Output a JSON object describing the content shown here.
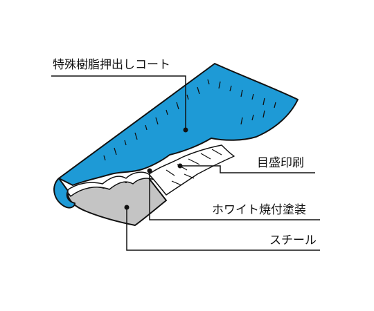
{
  "labels": {
    "coat": "特殊樹脂押出しコート",
    "scale": "目盛印刷",
    "white": "ホワイト焼付塗装",
    "steel": "スチール"
  },
  "colors": {
    "coat": "#1e9ad6",
    "steel": "#c4c4c4",
    "outline": "#111111",
    "white": "#ffffff"
  }
}
